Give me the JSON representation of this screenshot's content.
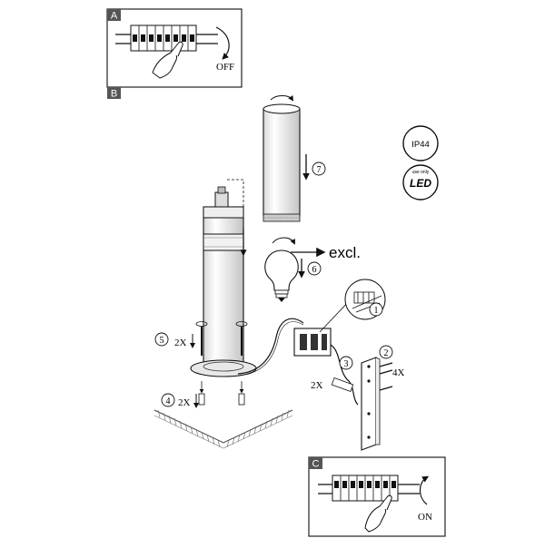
{
  "panels": {
    "a": {
      "letter": "A",
      "caption": "OFF"
    },
    "b": {
      "letter": "B"
    },
    "c": {
      "letter": "C",
      "caption": "ON"
    }
  },
  "badges": {
    "ip_rating": "IP44",
    "led_top": "use only",
    "led_main": "LED"
  },
  "steps": {
    "s1": {
      "num": "1"
    },
    "s2": {
      "num": "2",
      "qty": "4X"
    },
    "s3": {
      "num": "3",
      "qty": "2X"
    },
    "s4": {
      "num": "4",
      "qty": "2X"
    },
    "s5": {
      "num": "5",
      "qty": "2X"
    },
    "s6": {
      "num": "6"
    },
    "s7": {
      "num": "7"
    }
  },
  "excl_label": "excl.",
  "colors": {
    "line": "#1a1a1a",
    "light": "#888888",
    "frame": "#222222"
  }
}
